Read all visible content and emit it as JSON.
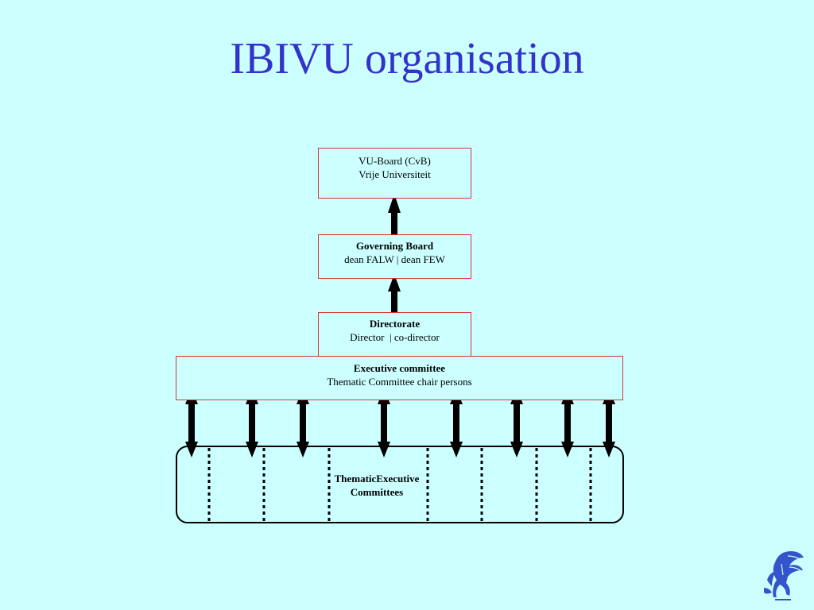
{
  "title": "IBIVU organisation",
  "nodes": {
    "vu_board": {
      "line1": "VU-Board (CvB)",
      "line2": "Vrije Universiteit"
    },
    "governing_board": {
      "line1": "Governing Board",
      "line2": "dean FALW | dean FEW"
    },
    "directorate": {
      "line1": "Directorate",
      "line2": "Director  | co-director"
    },
    "executive_committee": {
      "line1": "Executive committee",
      "line2": "Thematic Committee chair persons"
    },
    "thematic_committees": {
      "line1": "ThematicExecutive",
      "line2": "Committees"
    }
  },
  "colors": {
    "background": "#ccffff",
    "title": "#3333cc",
    "box_border": "#e03030",
    "arrow": "#000000",
    "logo": "#3355cc"
  },
  "logo_icon": "vu-griffin-logo-icon"
}
